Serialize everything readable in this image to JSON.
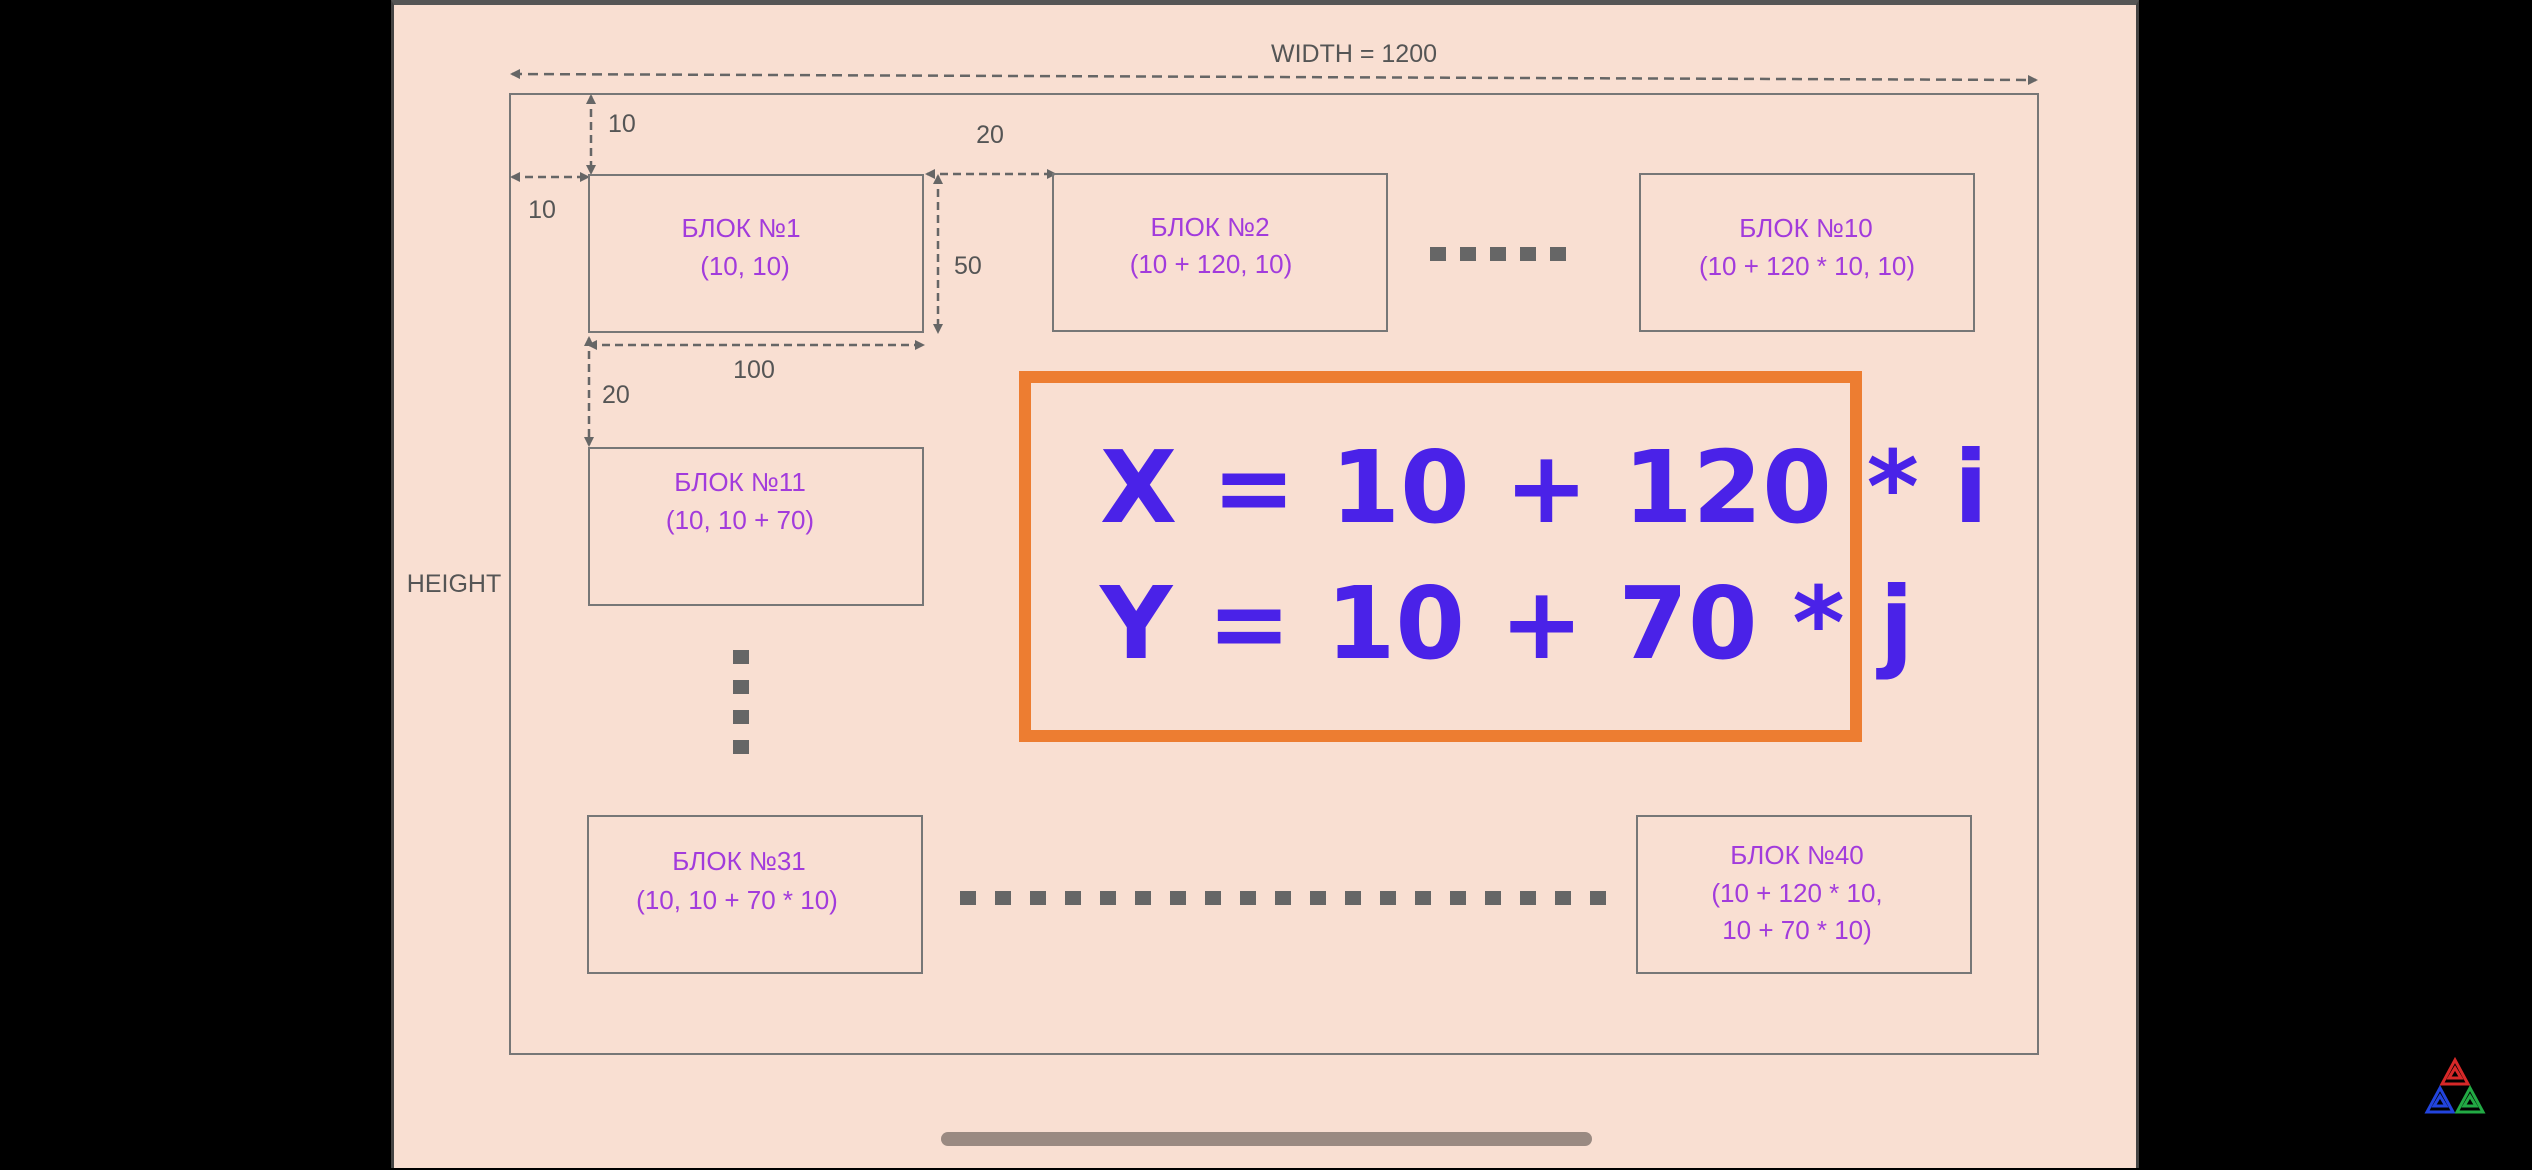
{
  "labels": {
    "width": "WIDTH = 1200",
    "height": "HEIGHT",
    "gap_top": "10",
    "gap_left": "10",
    "gap_horizontal": "20",
    "block_height": "50",
    "block_width": "100",
    "gap_vertical": "20"
  },
  "blocks": {
    "b1": {
      "title": "БЛОК №1",
      "coords": "(10, 10)"
    },
    "b2": {
      "title": "БЛОК №2",
      "coords": "(10 + 120, 10)"
    },
    "b10": {
      "title": "БЛОК №10",
      "coords": "(10 + 120 * 10, 10)"
    },
    "b11": {
      "title": "БЛОК №11",
      "coords": "(10, 10 + 70)"
    },
    "b31": {
      "title": "БЛОК №31",
      "coords": "(10, 10 + 70 * 10)"
    },
    "b40": {
      "title": "БЛОК №40",
      "coords_line1": "(10 + 120 * 10,",
      "coords_line2": "10 + 70 * 10)"
    }
  },
  "formula": {
    "x": "X = 10 + 120 * i",
    "y": "Y = 10 + 70 * j"
  },
  "colors": {
    "background": "#f9dfd2",
    "frame": "#ed7d31",
    "formula_text": "#4a22e8",
    "block_text": "#a23bdc",
    "lines": "#666666"
  }
}
